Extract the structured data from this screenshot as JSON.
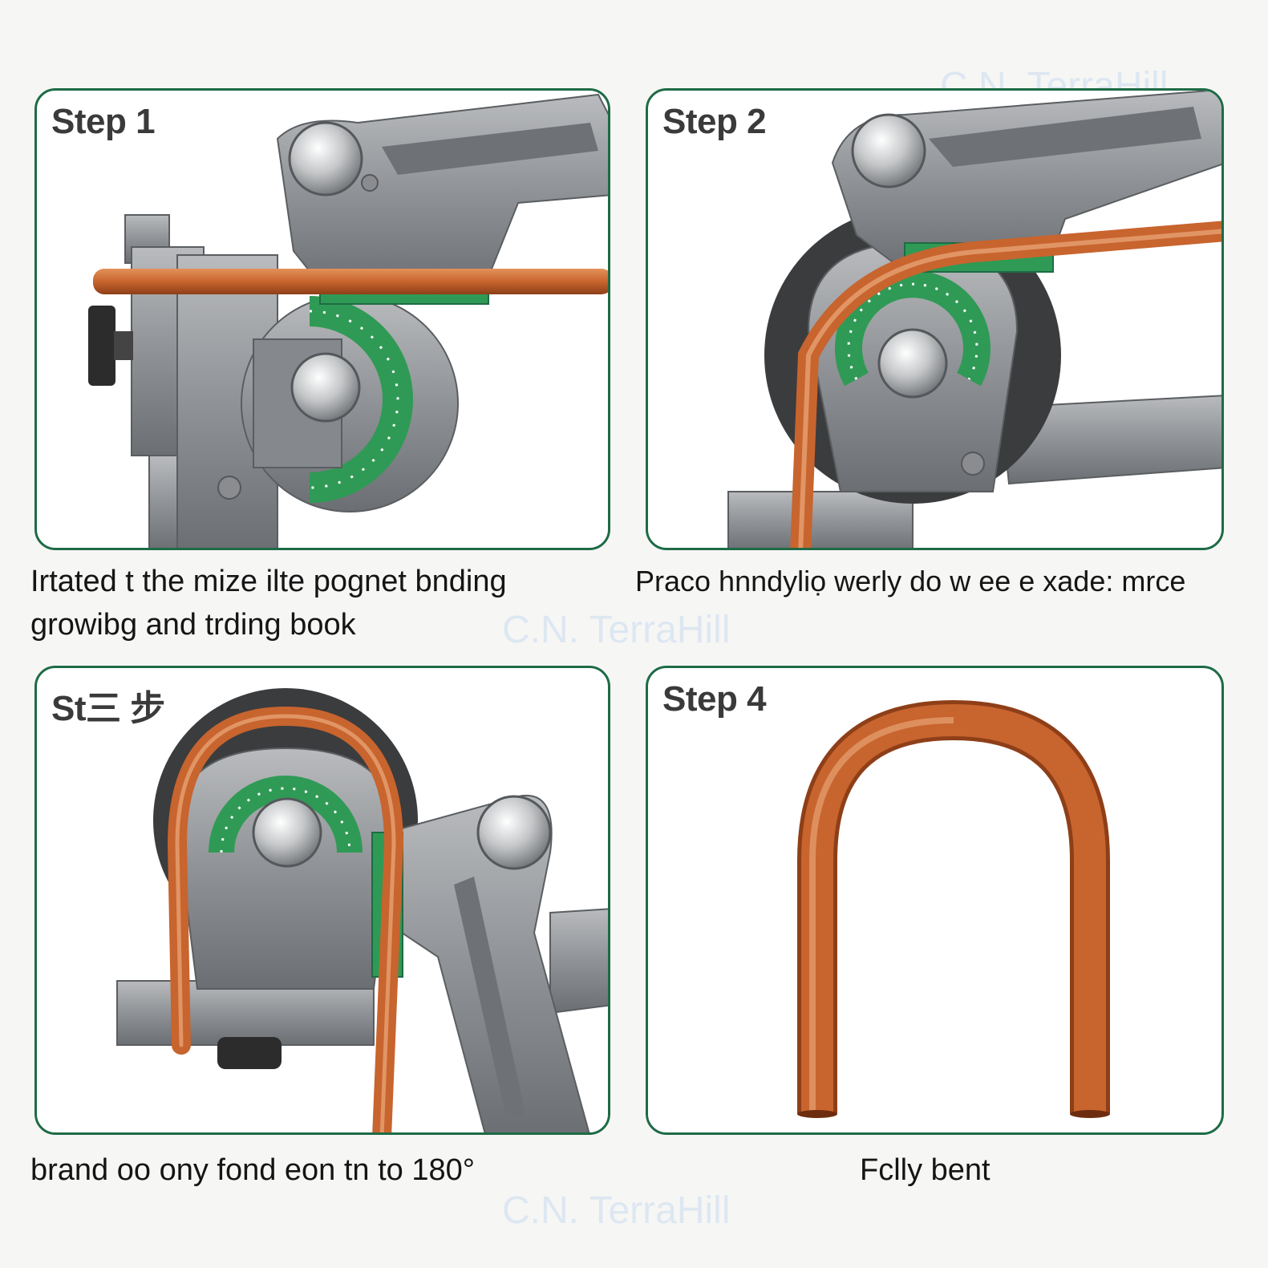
{
  "watermark": "C.N. TerraHill",
  "panels": [
    {
      "step_label": "Step 1",
      "caption_line1": "Irtated t the mize ilte pognet bnding",
      "caption_line2": "growibg and trding book"
    },
    {
      "step_label": "Step 2",
      "caption_line1": "Praco hnndyliọ werly do ᴡ ee e xade: mrce"
    },
    {
      "step_label": "St三 步",
      "caption_line1": "brand oo ony fond eon tn to 180°"
    },
    {
      "step_label": "Step 4",
      "caption_line1": "Fclly bent"
    }
  ],
  "colors": {
    "panel_border": "#1e6b45",
    "accent_green": "#2f9a55",
    "copper": "#c8642e",
    "tool_metal": "#8a8c8f"
  },
  "icons": [
    "tube-bender-tool",
    "copper-tube",
    "knurled-knob",
    "pivot-bolt"
  ]
}
